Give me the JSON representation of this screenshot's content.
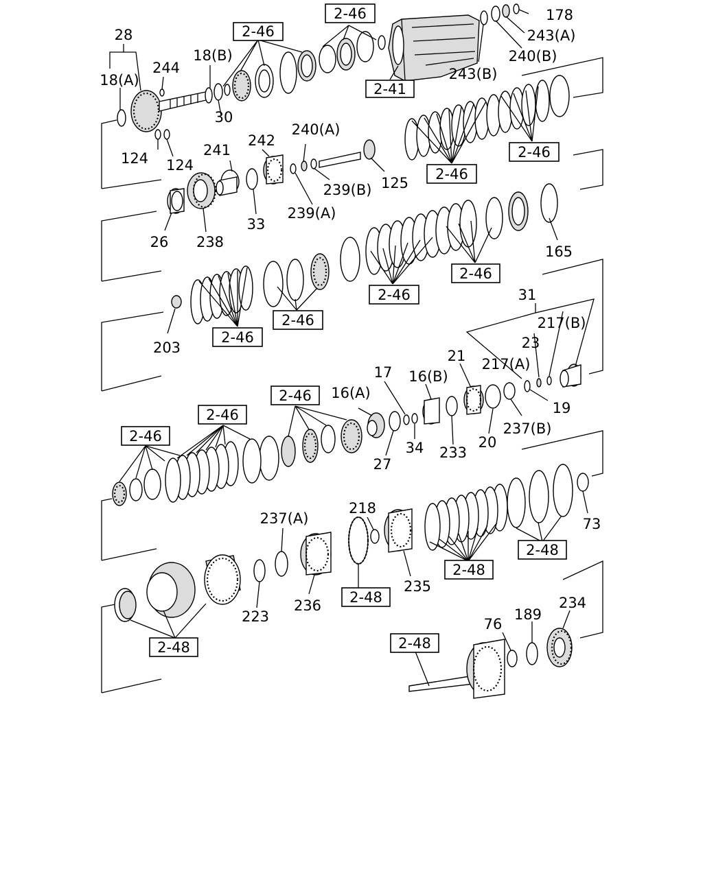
{
  "labels": {
    "ref_246": "2-46",
    "ref_241": "2-41",
    "ref_248": "2-48",
    "p28": "28",
    "p18a": "18(A)",
    "p244": "244",
    "p18b": "18(B)",
    "p30": "30",
    "p124": "124",
    "p178": "178",
    "p243a": "243(A)",
    "p240b": "240(B)",
    "p243b": "243(B)",
    "p240a": "240(A)",
    "p241": "241",
    "p242": "242",
    "p239b": "239(B)",
    "p125": "125",
    "p239a": "239(A)",
    "p33": "33",
    "p26": "26",
    "p238": "238",
    "p165": "165",
    "p203": "203",
    "p31": "31",
    "p217b": "217(B)",
    "p23": "23",
    "p217a": "217(A)",
    "p21": "21",
    "p17": "17",
    "p16b": "16(B)",
    "p16a": "16(A)",
    "p19": "19",
    "p237b": "237(B)",
    "p20": "20",
    "p233": "233",
    "p34": "34",
    "p27": "27",
    "p73": "73",
    "p237a": "237(A)",
    "p218": "218",
    "p235": "235",
    "p236": "236",
    "p223": "223",
    "p76": "76",
    "p189": "189",
    "p234": "234"
  }
}
